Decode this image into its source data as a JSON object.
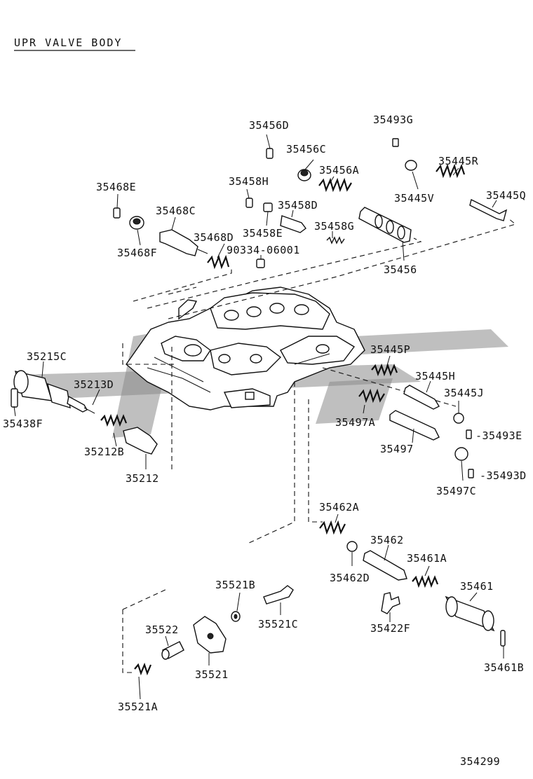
{
  "title": "UPR VALVE BODY",
  "figure_number": "354299",
  "parts": [
    {
      "id": "35456D"
    },
    {
      "id": "35493G"
    },
    {
      "id": "35456C"
    },
    {
      "id": "35456A"
    },
    {
      "id": "35445R"
    },
    {
      "id": "35468E"
    },
    {
      "id": "35458H"
    },
    {
      "id": "35445V"
    },
    {
      "id": "35445Q"
    },
    {
      "id": "35468C"
    },
    {
      "id": "35458D"
    },
    {
      "id": "35458G"
    },
    {
      "id": "35468F"
    },
    {
      "id": "35468D"
    },
    {
      "id": "35458E"
    },
    {
      "id": "90334-06001"
    },
    {
      "id": "35456"
    },
    {
      "id": "35215C"
    },
    {
      "id": "35445P"
    },
    {
      "id": "35213D"
    },
    {
      "id": "35445H"
    },
    {
      "id": "35445J"
    },
    {
      "id": "35438F"
    },
    {
      "id": "35497A"
    },
    {
      "id": "35493E"
    },
    {
      "id": "35212B"
    },
    {
      "id": "35497"
    },
    {
      "id": "35212"
    },
    {
      "id": "35493D"
    },
    {
      "id": "35497C"
    },
    {
      "id": "35462A"
    },
    {
      "id": "35462"
    },
    {
      "id": "35461A"
    },
    {
      "id": "35462D"
    },
    {
      "id": "35521B"
    },
    {
      "id": "35461"
    },
    {
      "id": "35521C"
    },
    {
      "id": "35422F"
    },
    {
      "id": "35522"
    },
    {
      "id": "35521"
    },
    {
      "id": "35461B"
    },
    {
      "id": "35521A"
    }
  ]
}
